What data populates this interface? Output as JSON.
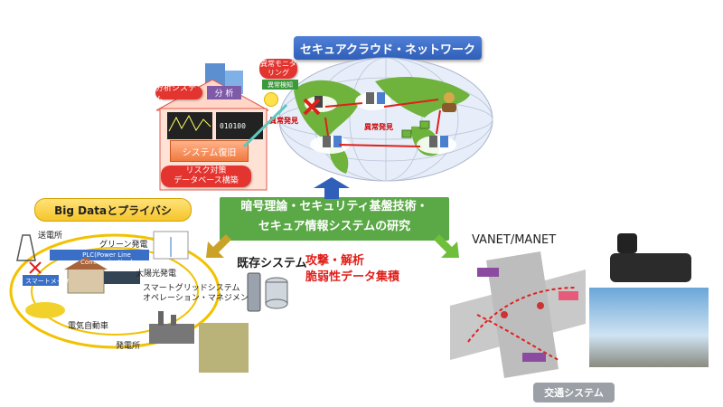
{
  "title": "セキュアクラウド・ネットワーク",
  "center_box": {
    "line1": "暗号理論・セキュリティ基盤技術・",
    "line2": "セキュア情報システムの研究"
  },
  "top_left": {
    "analysis_system": "分析システム",
    "analysis": "分 析",
    "recovery": "システム復旧",
    "risk_line1": "リスク対策",
    "risk_line2": "データベース構築",
    "monitor_line1": "異常モニタ",
    "monitor_line2": "リング",
    "detect": "異常検知",
    "found1": "異常発見",
    "found2": "異常発見"
  },
  "big_data": {
    "title": "Big Dataとプライバシ",
    "substation": "送電所",
    "green_power": "グリーン発電",
    "plc": "PLC(Power Line Communication)",
    "solar": "太陽光発電",
    "smart_meter": "スマートメータ",
    "grid_line1": "スマートグリッドシステム",
    "grid_line2": "オペレーション・マネジメント",
    "ev": "電気自動車",
    "power_plant": "発電所"
  },
  "existing_system": "既存システム",
  "attack": {
    "line1": "攻撃・解析",
    "line2": "脆弱性データ集積"
  },
  "vanet": "VANET/MANET",
  "traffic_system": "交通システム",
  "colors": {
    "title_blue": "#2f5fb8",
    "green": "#5aa846",
    "attack_red": "#e0201b",
    "bigdata_yellow": "#f5c52a"
  }
}
